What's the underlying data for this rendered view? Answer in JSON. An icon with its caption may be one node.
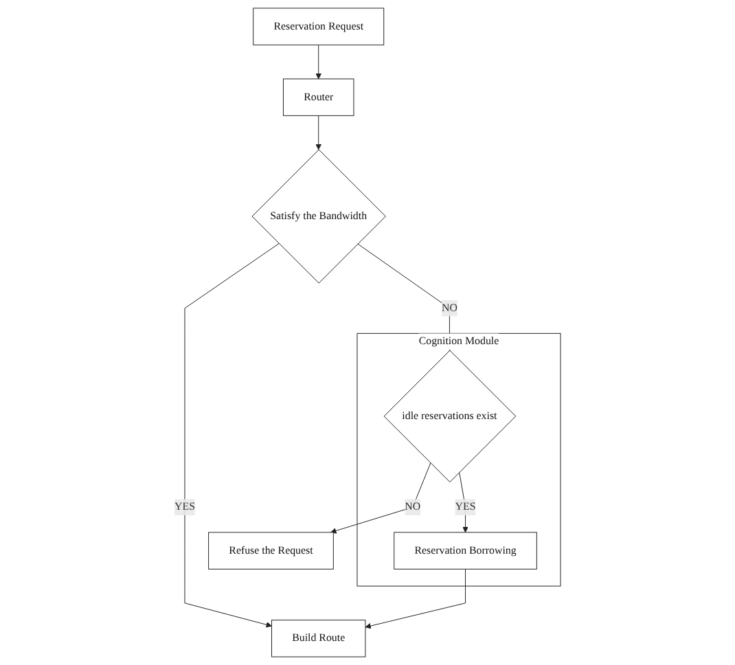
{
  "diagram": {
    "nodes": [
      {
        "text": [
          "Reservation Request"
        ]
      },
      {
        "text": [
          "Router"
        ]
      },
      {
        "text": [
          "Satisfy the Bandwidth"
        ]
      },
      {
        "text": [
          "Cognition Module"
        ]
      },
      {
        "text": [
          "idle reservations exist"
        ],
        "in": 3
      },
      {
        "text": [
          "Refuse the Request"
        ]
      },
      {
        "text": [
          "Build Route"
        ]
      },
      {
        "text": [
          "Reservation Borrowing"
        ],
        "in": 3
      }
    ],
    "edges": [
      {
        "from": 0,
        "to": 1,
        "arrow": "to"
      },
      {
        "from": 1,
        "to": 2,
        "arrow": "to"
      },
      {
        "from": 2,
        "to": 4,
        "arrow": "to",
        "label": "NO"
      },
      {
        "from": 4,
        "to": 5,
        "arrow": "to",
        "label": "NO"
      },
      {
        "from": 2,
        "to": 6,
        "arrow": "to",
        "label": "YES"
      },
      {
        "from": 4,
        "to": 7,
        "arrow": "to",
        "label": "YES"
      },
      {
        "from": 7,
        "to": 6,
        "arrow": "to"
      }
    ]
  }
}
